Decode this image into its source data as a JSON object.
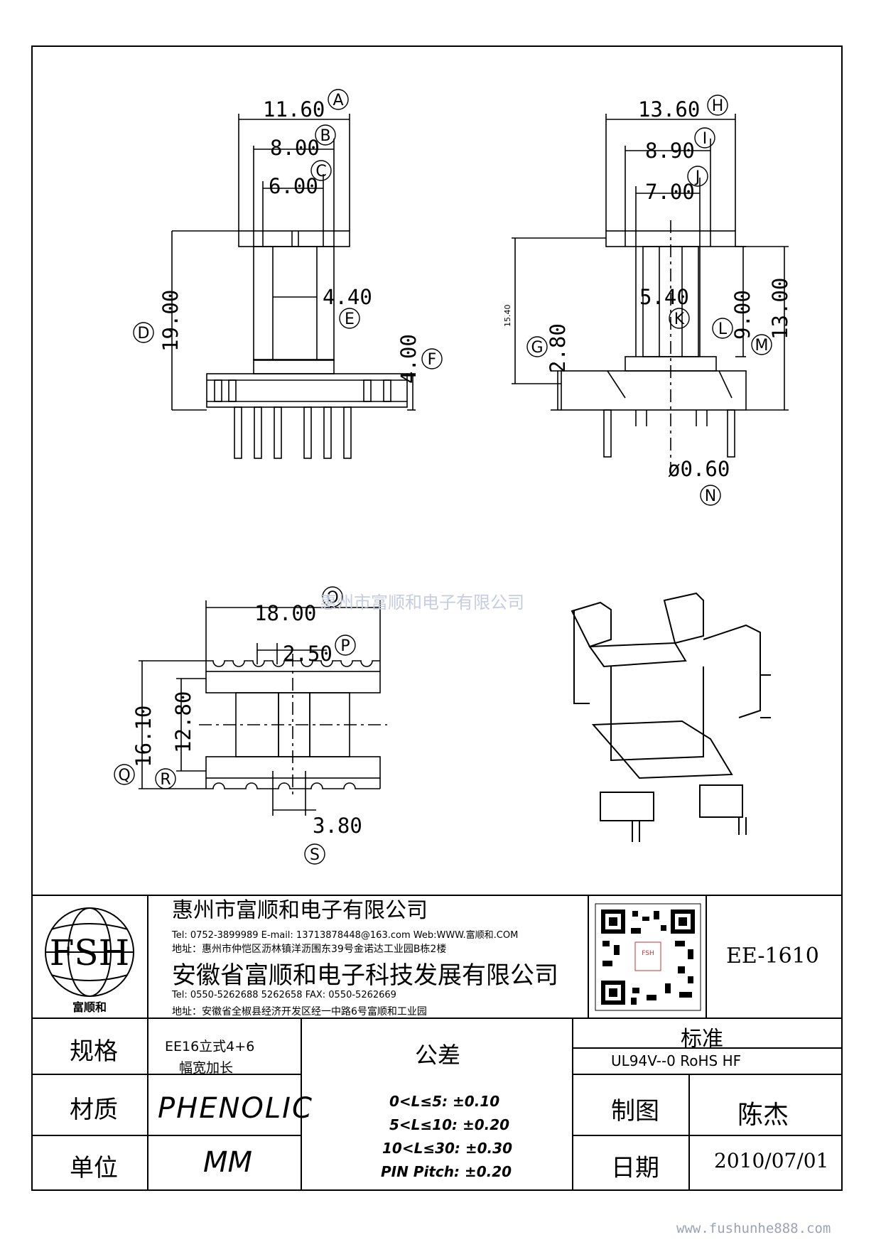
{
  "drawing": {
    "front_view": {
      "dims": [
        "11.60",
        "8.00",
        "6.00",
        "4.40",
        "19.00",
        "4.00"
      ],
      "tags": [
        "A",
        "B",
        "C",
        "E",
        "D",
        "F"
      ]
    },
    "side_view": {
      "dims": [
        "13.60",
        "8.90",
        "7.00",
        "5.40",
        "9.00",
        "13.00",
        "2.80",
        "15.40",
        "ø0.60"
      ],
      "tags": [
        "H",
        "I",
        "J",
        "K",
        "L",
        "M",
        "G",
        "N"
      ]
    },
    "bottom_view": {
      "dims": [
        "18.00",
        "2.50",
        "16.10",
        "12.80",
        "3.80"
      ],
      "tags": [
        "O",
        "P",
        "Q",
        "R",
        "S"
      ]
    }
  },
  "watermark": "惠州市富顺和电子有限公司",
  "site_watermark": "www.fushunhe888.com",
  "title_block": {
    "logo_text": "FSH",
    "logo_caption": "富顺和",
    "company1": "惠州市富顺和电子有限公司",
    "company1_contact": "Tel:  0752-3899989   E-mail: 13713878448@163.com   Web:WWW.富顺和.COM",
    "company1_address": "地址：惠州市仲恺区沥林镇洋沥围东39号金诺达工业园B栋2楼",
    "company2": "安徽省富顺和电子科技发展有限公司",
    "company2_contact": "Tel:   0550-5262688  5262658      FAX: 0550-5262669",
    "company2_address": "地址：安徽省全椒县经济开发区经一中路6号富顺和工业园",
    "part_number": "EE-1610",
    "spec_label": "规格",
    "spec_value_line1": "EE16立式4+6",
    "spec_value_line2": "幅宽加长",
    "material_label": "材质",
    "material_value": "PHENOLIC",
    "unit_label": "单位",
    "unit_value": "MM",
    "tolerance_label": "公差",
    "tolerances": [
      "0<L≤5: ±0.10",
      "5<L≤10: ±0.20",
      "10<L≤30: ±0.30",
      "PIN Pitch: ±0.20"
    ],
    "standard_label": "标准",
    "standard_value": "UL94V--0  RoHS HF",
    "drawn_label": "制图",
    "drawn_value": "陈杰",
    "date_label": "日期",
    "date_value": "2010/07/01"
  }
}
